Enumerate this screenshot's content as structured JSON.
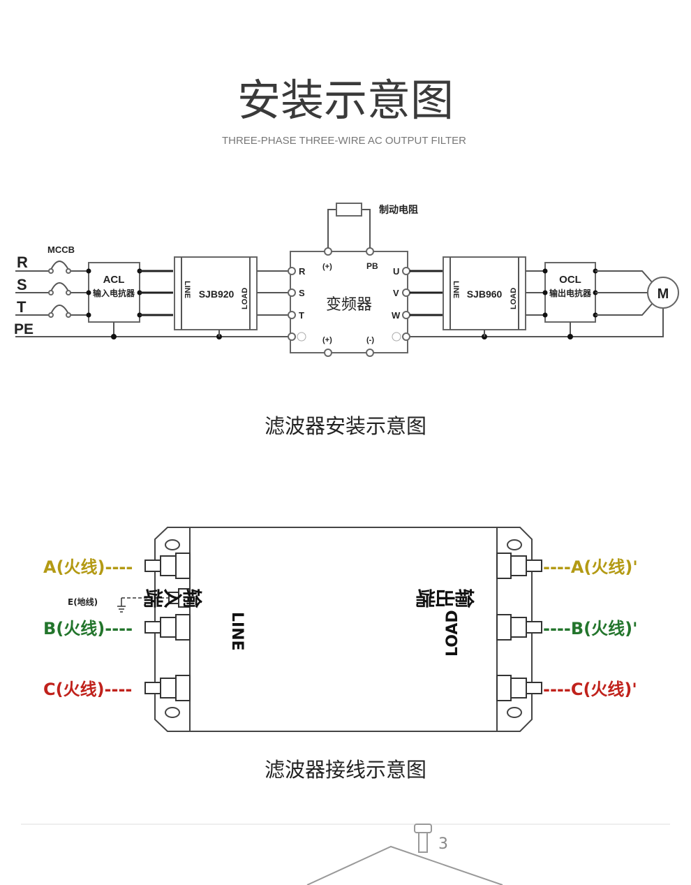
{
  "header": {
    "title": "安装示意图",
    "subtitle": "THREE-PHASE THREE-WIRE AC OUTPUT FILTER"
  },
  "install_diagram": {
    "lines": [
      "R",
      "S",
      "T",
      "PE"
    ],
    "breaker": "MCCB",
    "acl": {
      "name": "ACL",
      "desc": "输入电抗器"
    },
    "filter_in": {
      "model": "SJB920",
      "line": "LINE",
      "load": "LOAD"
    },
    "inverter": {
      "name": "变频器",
      "inputs": [
        "R",
        "S",
        "T"
      ],
      "outputs": [
        "U",
        "V",
        "W"
      ],
      "plus_top": "(+)",
      "pb": "PB",
      "plus_bottom": "(+)",
      "minus": "(-)"
    },
    "brake_resistor": "制动电阻",
    "filter_out": {
      "model": "SJB960",
      "line": "LINE",
      "load": "LOAD"
    },
    "ocl": {
      "name": "OCL",
      "desc": "输出电抗器"
    },
    "motor": "M",
    "caption": "滤波器安装示意图"
  },
  "wiring_diagram": {
    "inputs": [
      {
        "label": "A(火线)----",
        "color": "#b39a14"
      },
      {
        "label": "B(火线)----",
        "color": "#23752c"
      },
      {
        "label": "C(火线)----",
        "color": "#c0221c"
      }
    ],
    "ground": "E(地线)",
    "outputs": [
      {
        "label": "----A(火线)'",
        "color": "#b39a14"
      },
      {
        "label": "----B(火线)'",
        "color": "#23752c"
      },
      {
        "label": "----C(火线)'",
        "color": "#c0221c"
      }
    ],
    "line_label": "LINE",
    "input_label": "输入端",
    "load_label": "LOAD",
    "output_label": "输出端",
    "caption": "滤波器接线示意图"
  },
  "bottom_part": {
    "number": "3"
  }
}
